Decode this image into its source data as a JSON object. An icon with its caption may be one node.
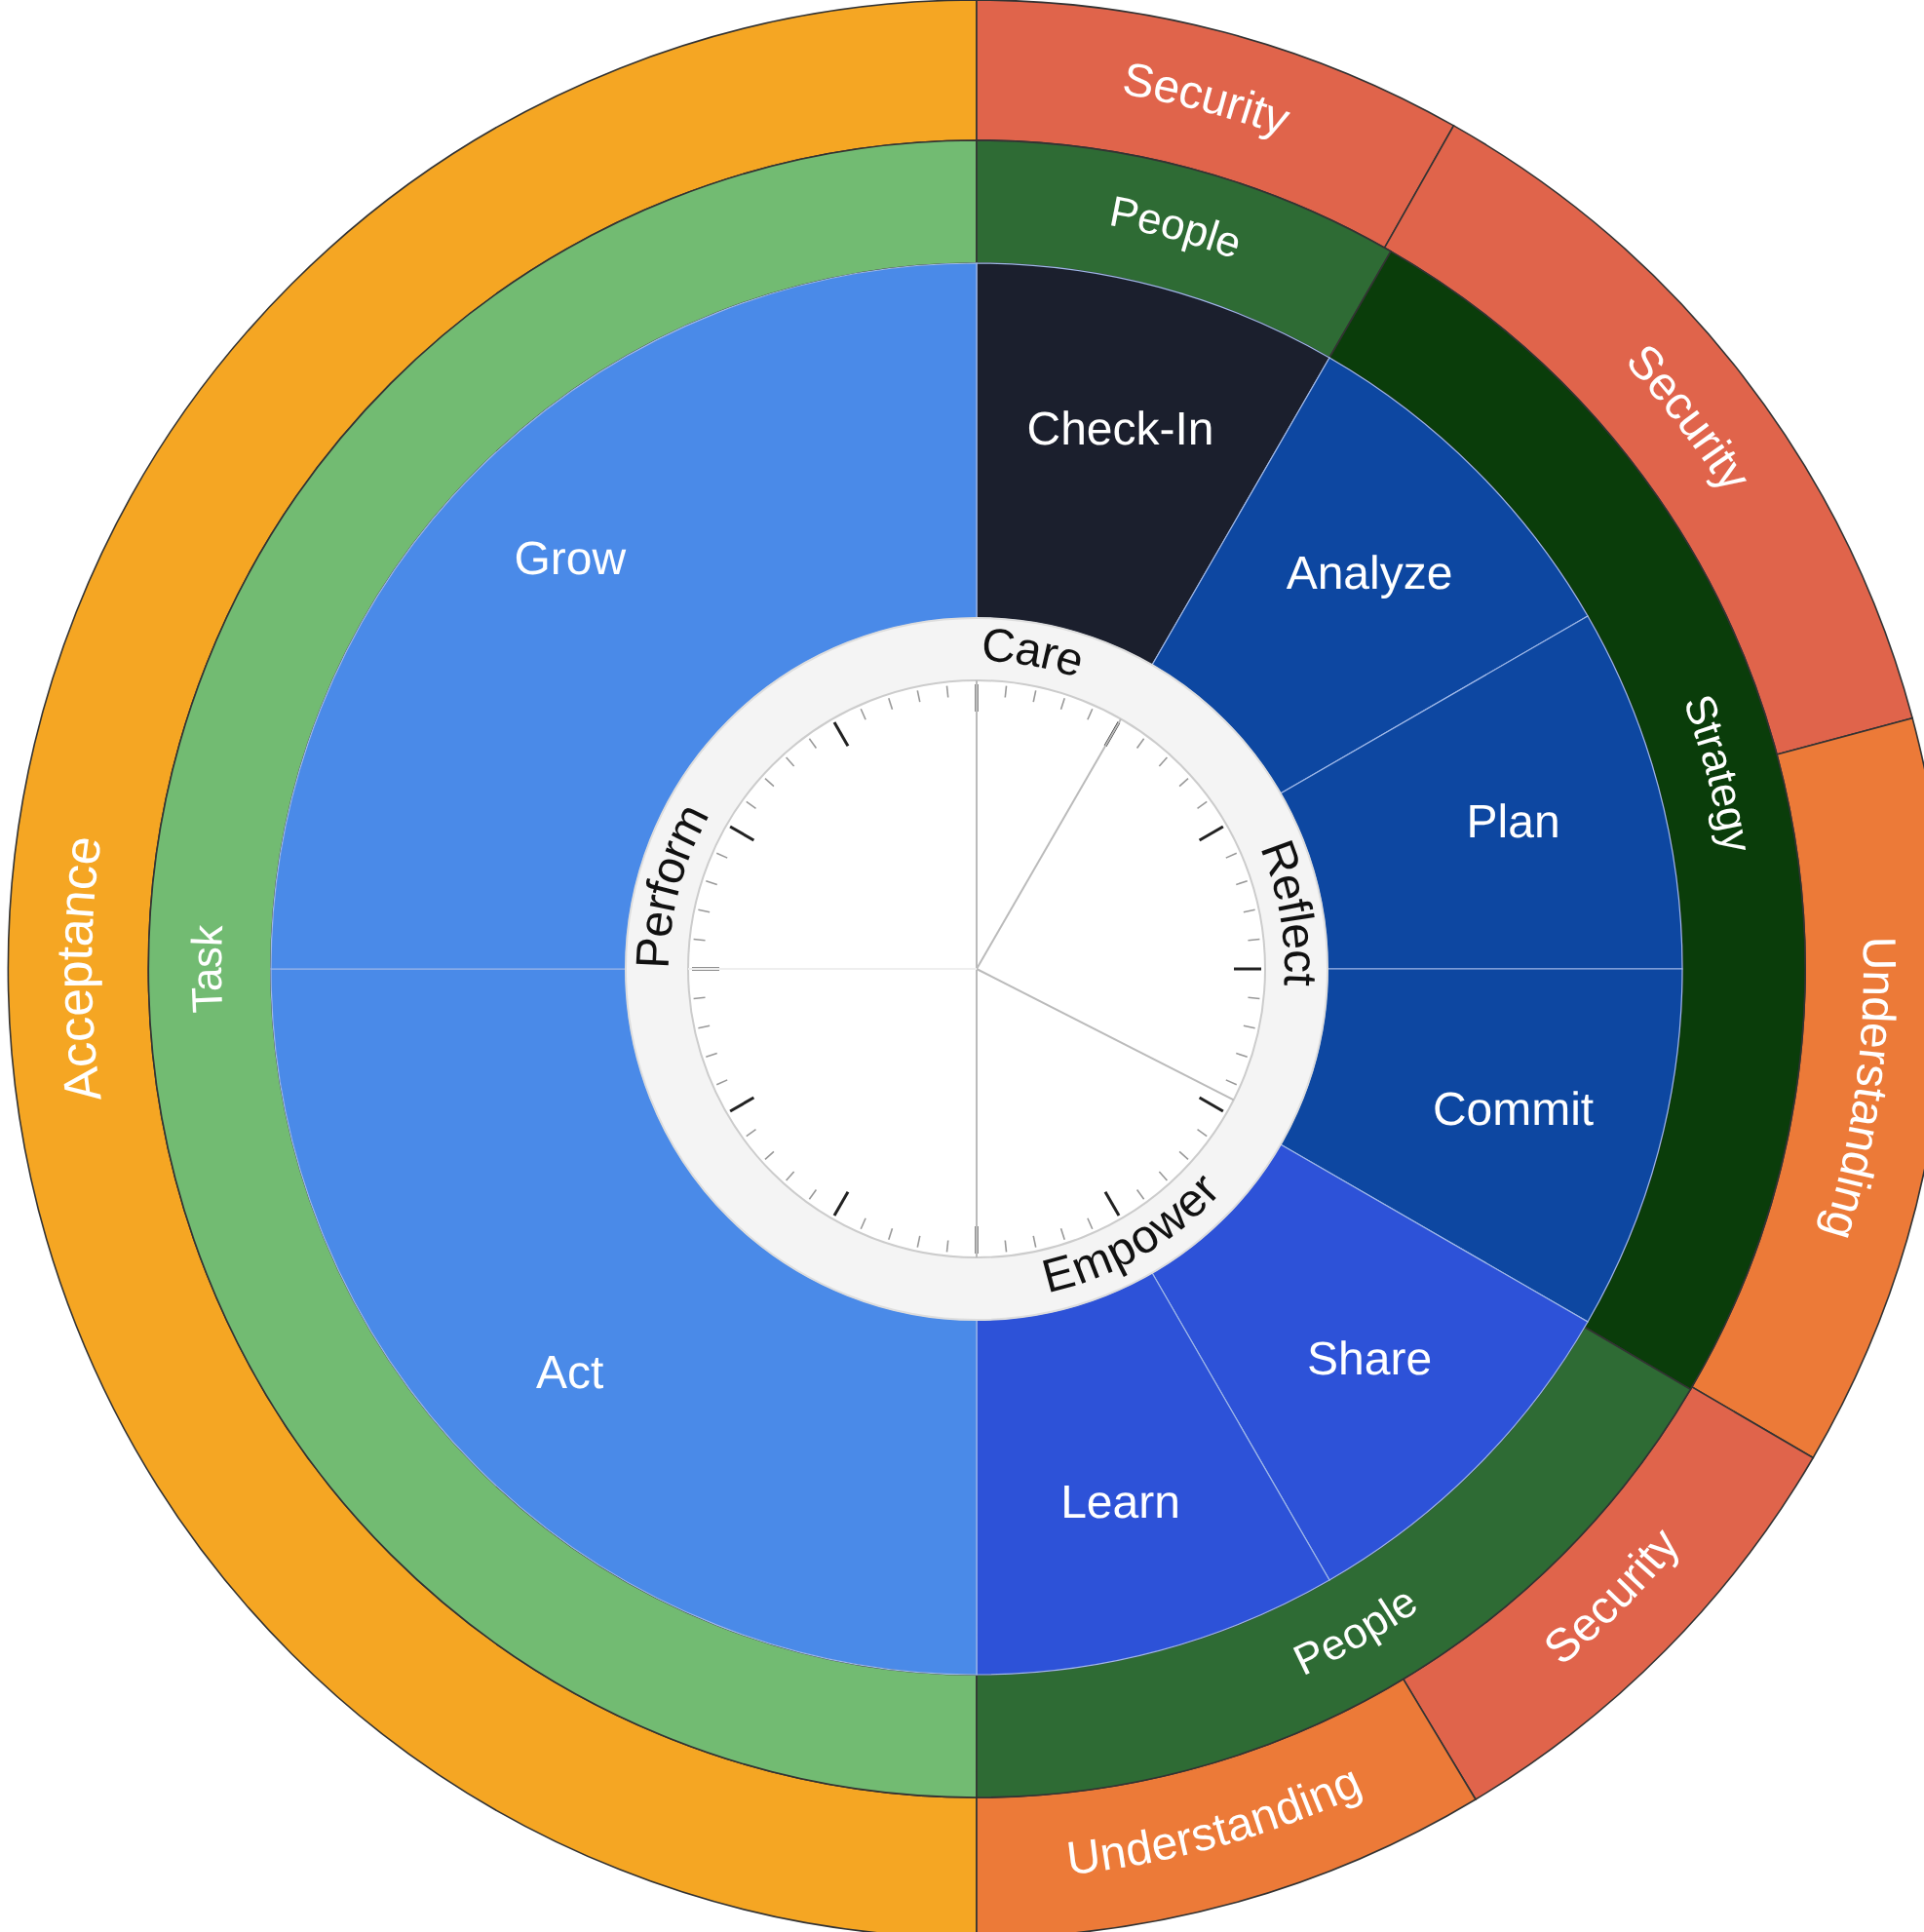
{
  "diagram": {
    "nodes": [
      {
        "text": [
          "Acceptance"
        ]
      },
      {
        "text": [
          "Security"
        ]
      },
      {
        "text": [
          "Security"
        ]
      },
      {
        "text": [
          "Understanding"
        ]
      },
      {
        "text": [
          "Security"
        ]
      },
      {
        "text": [
          "Understanding"
        ]
      },
      {
        "text": [
          "Task"
        ]
      },
      {
        "text": [
          "People"
        ]
      },
      {
        "text": [
          "Strategy"
        ]
      },
      {
        "text": [
          "People"
        ]
      },
      {
        "text": [
          "Check-In"
        ]
      },
      {
        "text": [
          "Analyze"
        ]
      },
      {
        "text": [
          "Plan"
        ]
      },
      {
        "text": [
          "Commit"
        ]
      },
      {
        "text": [
          "Share"
        ]
      },
      {
        "text": [
          "Learn"
        ]
      },
      {
        "text": [
          "Act"
        ]
      },
      {
        "text": [
          "Grow"
        ]
      }
    ],
    "labels": [
      "Care",
      "Reflect",
      "Empower",
      "Perform"
    ]
  }
}
